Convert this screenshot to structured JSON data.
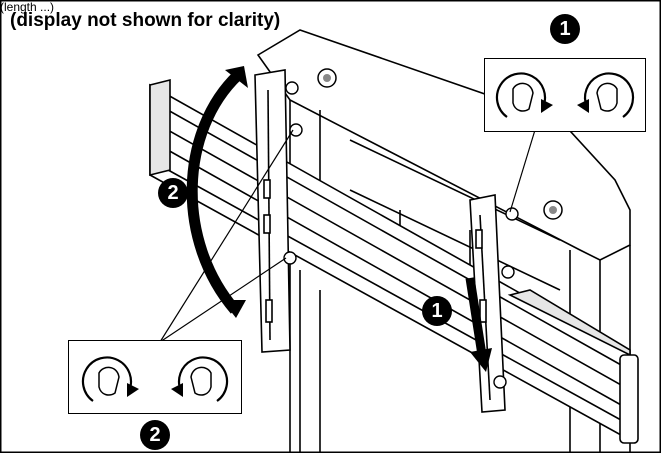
{
  "page": {
    "top_fragment": "(length ...)",
    "caption": "(display not shown for clarity)"
  },
  "steps": {
    "step1_top": "1",
    "step1_bottom": "1",
    "step2_left": "2",
    "step2_bottom": "2"
  },
  "colors": {
    "line": "#000000",
    "fill": "#ffffff",
    "shade": "#e6e6e6"
  }
}
